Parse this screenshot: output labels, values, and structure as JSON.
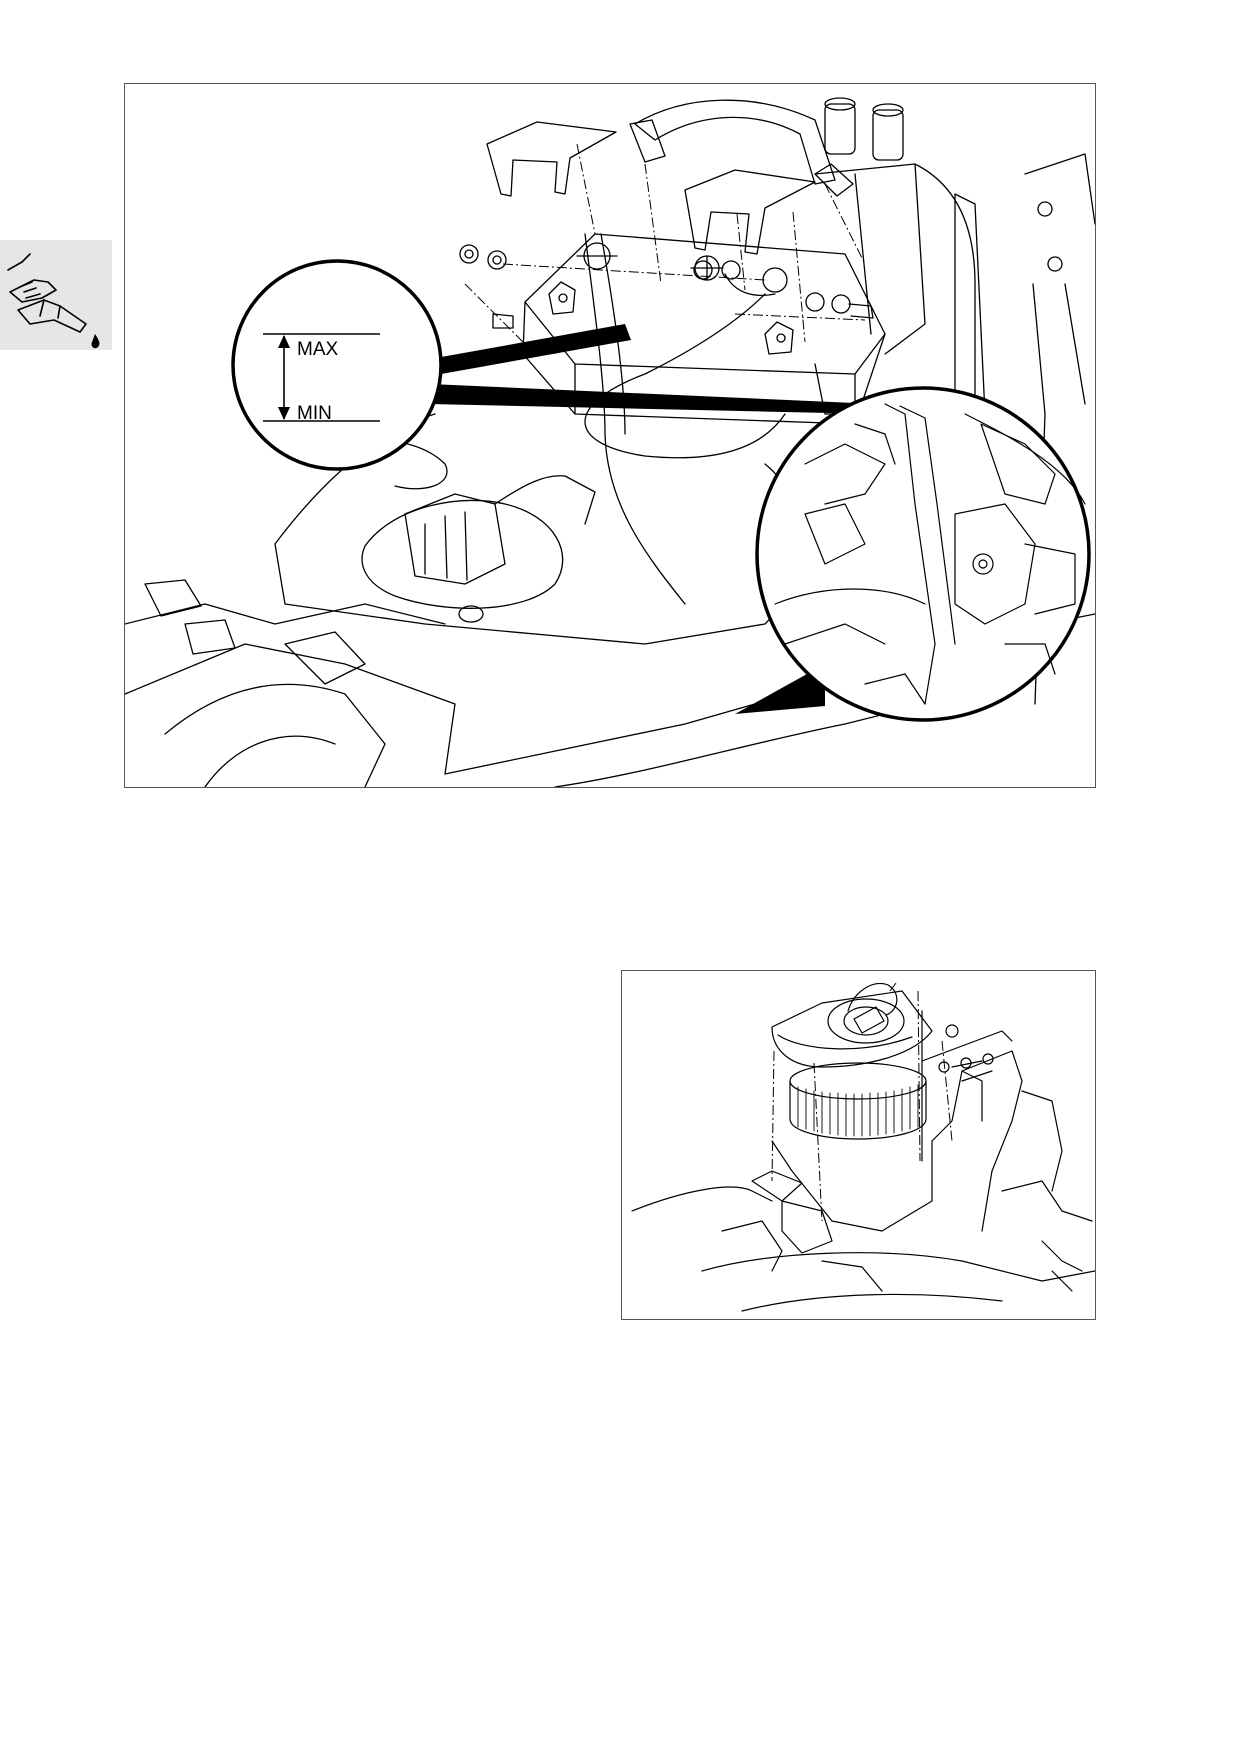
{
  "side_tab": {
    "icon": "maintenance-oiling-icon"
  },
  "battery_figure": {
    "inset_labels": {
      "max": "MAX",
      "min": "MIN"
    },
    "battery_case_labels": {
      "max": "MAX",
      "min": "MIN"
    }
  },
  "filter_figure": {}
}
